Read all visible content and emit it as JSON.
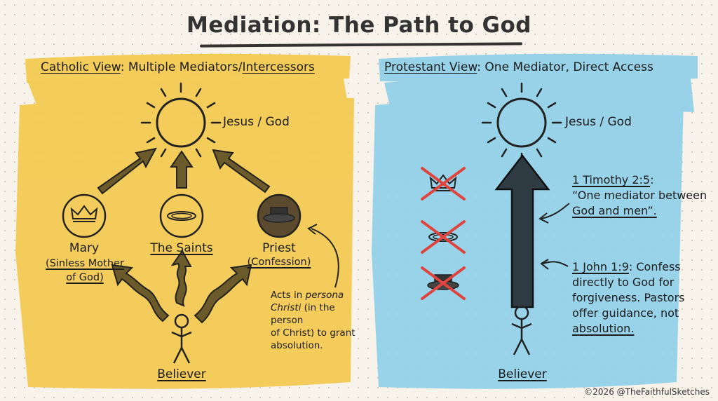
{
  "title": "Mediation: The Path to God",
  "left": {
    "heading_a": "Catholic View",
    "heading_b": ": Multiple Mediators/",
    "heading_c": "Intercessors",
    "god_label": "Jesus / God",
    "mary_name": "Mary",
    "mary_sub1": "(Sinless Mother",
    "mary_sub2": "of God)",
    "saints_name": "The Saints",
    "priest_name": "Priest",
    "priest_sub": "(Confession)",
    "note_a": "Acts in ",
    "note_b": "persona",
    "note_c": "Christi",
    "note_d": " (in the person",
    "note_e": "of Christ) to grant",
    "note_f": "absolution.",
    "believer": "Believer",
    "color": "#f3c94e"
  },
  "right": {
    "heading_a": "Protestant View",
    "heading_b": ": One Mediator, Direct Access",
    "god_label": "Jesus / God",
    "verse1_ref": "1 Timothy 2:5",
    "verse1_l1": "“One mediator between",
    "verse1_l2": "God and men”.",
    "verse2_ref": "1 John 1:9",
    "verse2_l1": ": Confess",
    "verse2_l2": "directly to God for",
    "verse2_l3": "forgiveness. Pastors",
    "verse2_l4": "offer guidance, not",
    "verse2_l5": "absolution.",
    "believer": "Believer",
    "color": "#8fd0e8"
  },
  "copyright": "©2026 @TheFaithfulSketches",
  "icons": {
    "sun": "sun-icon",
    "crown": "crown-icon",
    "halo": "halo-icon",
    "priest_hat": "priest-hat-icon",
    "stick_figure": "stick-figure-icon",
    "cross_out": "red-x-icon"
  }
}
